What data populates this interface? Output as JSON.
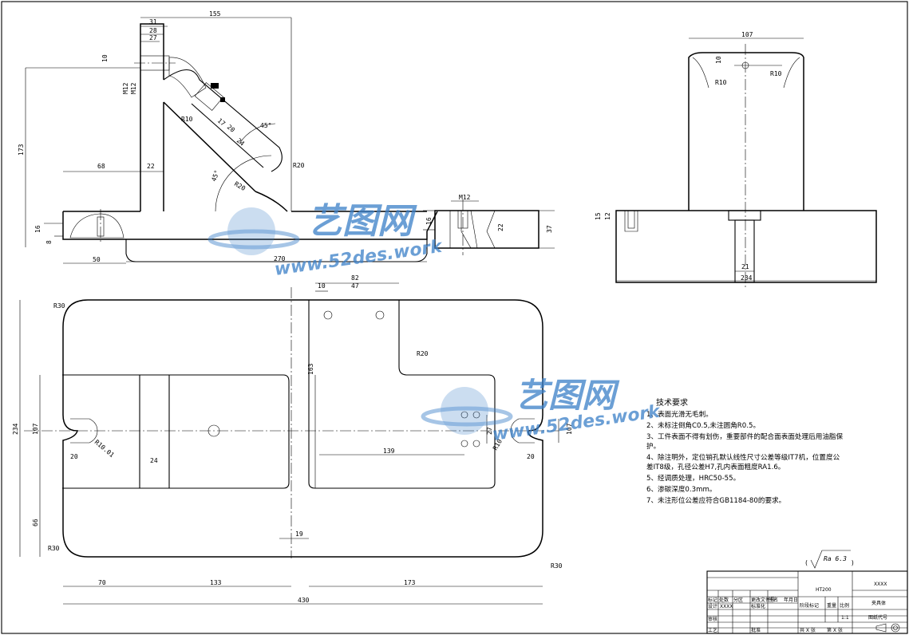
{
  "dimensions": {
    "front": [
      "155",
      "31",
      "28",
      "27",
      "10",
      "M12",
      "M12",
      "R10",
      "17",
      "20",
      "24",
      "45°",
      "R20",
      "68",
      "22",
      "173",
      "45°",
      "R20",
      "8",
      "16",
      "50",
      "270"
    ],
    "section": [
      "M12",
      "16",
      "22",
      "37"
    ],
    "side": [
      "107",
      "10",
      "R10",
      "R10",
      "15",
      "12",
      "21",
      "234"
    ],
    "plan": [
      "R30",
      "10",
      "82",
      "47",
      "R20",
      "163",
      "107",
      "R10.01",
      "20",
      "24",
      "139",
      "27",
      "R10",
      "107",
      "20",
      "234",
      "66",
      "R30",
      "19",
      "R30",
      "70",
      "133",
      "173",
      "430"
    ]
  },
  "surface_finish": "Ra 6.3",
  "tech_requirements": {
    "title": "技术要求",
    "items": [
      "1、表面光滑无毛刺。",
      "2、未标注倒角C0.5,未注圆角R0.5。",
      "3、工件表面不得有划伤，重要部件的配合面表面处理后用油脂保",
      "护。",
      "4、除注明外，定位销孔默认线性尺寸公差等级IT7机，位置度公",
      "差IT8级，孔径公差H7,孔内表面粗度RA1.6。",
      "5、经调质处理，HRC50-55。",
      "6、渗碳深度0.3mm。",
      "7、未注形位公差应符合GB1184-80的要求。"
    ]
  },
  "title_block": {
    "material": "HT200",
    "code_top": "XXXX",
    "part_name": "夹具体",
    "drawing_code_label": "图纸代号",
    "scale": "1:1",
    "stage_label": "阶段标记",
    "weight_label": "重量",
    "ratio_label": "比例",
    "designer": "XXXX",
    "standardize_label": "标准化",
    "row_labels": [
      "标记",
      "处数",
      "分区",
      "更改文件号",
      "签名",
      "年月日"
    ],
    "side_labels": [
      "设计",
      "审核",
      "工艺"
    ],
    "approve_label": "批准",
    "sheets": "共 X 张",
    "sheet_no": "第 X 张"
  },
  "watermark": {
    "name": "艺图网",
    "url": "www.52des.work",
    "color": "#3a7fc8"
  }
}
